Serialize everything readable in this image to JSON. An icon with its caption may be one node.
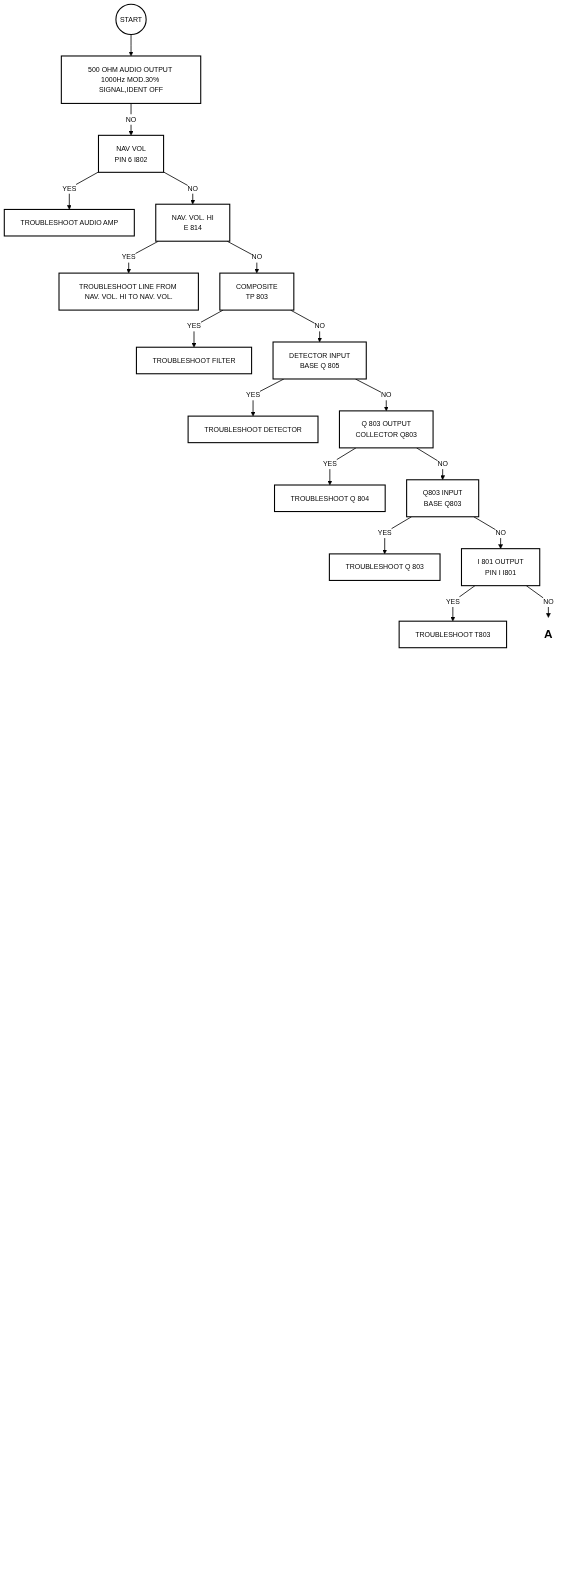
{
  "diagram": {
    "nodes": [
      {
        "text": [
          "START"
        ]
      },
      {
        "text": [
          "500 OHM AUDIO OUTPUT 1000Hz MOD.30% SIGNAL,IDENT OFF"
        ]
      },
      {
        "text": [
          "NAV VOL",
          "PIN 6 I802"
        ]
      },
      {
        "text": [
          "TROUBLESHOOT AUDIO AMP"
        ]
      },
      {
        "text": [
          "NAV. VOL. HI",
          "E 814"
        ]
      },
      {
        "text": [
          "TROUBLESHOOT LINE FROM NAV. VOL. HI TO NAV. VOL."
        ]
      },
      {
        "text": [
          "COMPOSITE",
          "TP 803"
        ]
      },
      {
        "text": [
          "TROUBLESHOOT FILTER"
        ]
      },
      {
        "text": [
          "DETECTOR INPUT",
          "BASE Q 805"
        ]
      },
      {
        "text": [
          "TROUBLESHOOT DETECTOR"
        ]
      },
      {
        "text": [
          "Q 803 OUTPUT",
          "COLLECTOR Q803"
        ]
      },
      {
        "text": [
          "TROUBLESHOOT Q 804"
        ]
      },
      {
        "text": [
          "Q803 INPUT",
          "BASE Q803"
        ]
      },
      {
        "text": [
          "TROUBLESHOOT Q 803"
        ]
      },
      {
        "text": [
          "I 801 OUTPUT",
          "PIN I I801"
        ]
      },
      {
        "text": [
          "TROUBLESHOOT T803"
        ]
      },
      {
        "text": [
          "A"
        ]
      }
    ],
    "edges": [
      {
        "from": 0,
        "to": 1,
        "arrow": "to"
      },
      {
        "from": 1,
        "to": 2,
        "arrow": "to",
        "label": "NO"
      },
      {
        "from": 2,
        "to": 3,
        "arrow": "to",
        "label": "YES"
      },
      {
        "from": 2,
        "to": 4,
        "arrow": "to",
        "label": "NO"
      },
      {
        "from": 4,
        "to": 5,
        "arrow": "to",
        "label": "YES"
      },
      {
        "from": 4,
        "to": 6,
        "arrow": "to",
        "label": "NO"
      },
      {
        "from": 6,
        "to": 7,
        "arrow": "to",
        "label": "YES"
      },
      {
        "from": 6,
        "to": 8,
        "arrow": "to",
        "label": "NO"
      },
      {
        "from": 8,
        "to": 9,
        "arrow": "to",
        "label": "YES"
      },
      {
        "from": 8,
        "to": 10,
        "arrow": "to",
        "label": "NO"
      },
      {
        "from": 10,
        "to": 11,
        "arrow": "to",
        "label": "YES"
      },
      {
        "from": 10,
        "to": 12,
        "arrow": "to",
        "label": "NO"
      },
      {
        "from": 12,
        "to": 13,
        "arrow": "to",
        "label": "YES"
      },
      {
        "from": 12,
        "to": 14,
        "arrow": "to",
        "label": "NO"
      },
      {
        "from": 14,
        "to": 15,
        "arrow": "to",
        "label": "YES"
      },
      {
        "from": 14,
        "to": 16,
        "arrow": "to",
        "label": "NO"
      }
    ]
  }
}
